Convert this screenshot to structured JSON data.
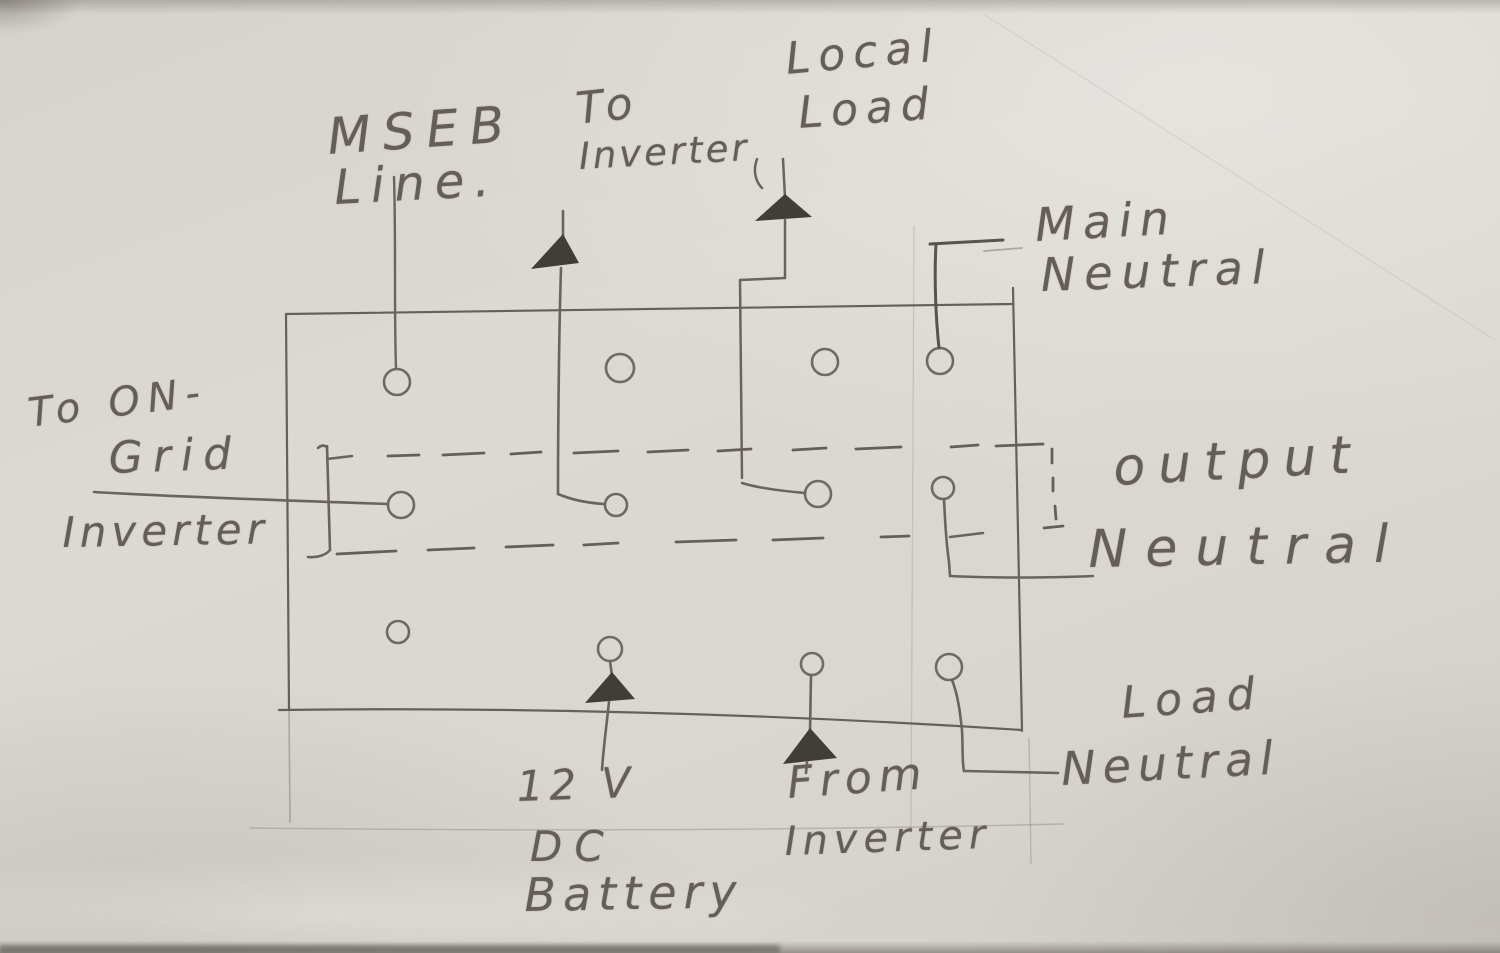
{
  "colors": {
    "paper": "#dad6d0",
    "pencil": "#6a645d",
    "pencil_dark": "#58534c",
    "arrow_fill": "#413d37",
    "text": "#645e56"
  },
  "labels": {
    "mseb": "MSEB",
    "line": "Line.",
    "to_top": "To",
    "inverter_top": "Inverter",
    "local": "Local",
    "load_top": "Load",
    "main": "Main",
    "neutral_main": "Neutral",
    "to_on": "To ON-",
    "grid": "Grid",
    "inverter_left": "Inverter",
    "output": "output",
    "neutral_output": "Neutral",
    "load_bottom": "Load",
    "neutral_load": "Neutral",
    "twelve_v": "12 V",
    "dc": "DC",
    "battery": "Battery",
    "from": "From",
    "inverter_bottom": "Inverter"
  }
}
